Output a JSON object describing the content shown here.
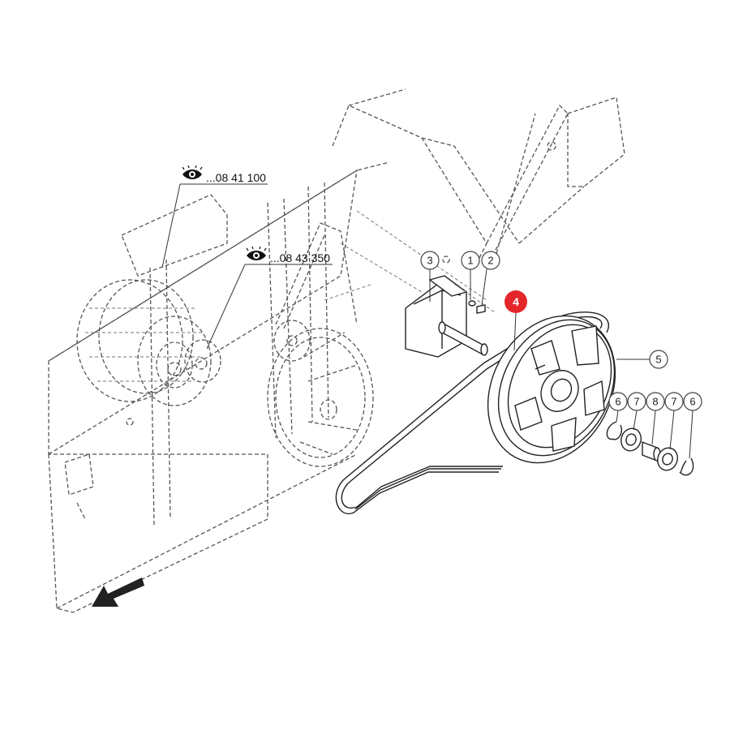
{
  "references": [
    {
      "prefix": "...",
      "number": "08 41 100",
      "icon": "eye-icon"
    },
    {
      "prefix": "...",
      "number": "08 43 350",
      "icon": "eye-icon"
    }
  ],
  "callouts": [
    {
      "label": "3"
    },
    {
      "label": "1"
    },
    {
      "label": "2"
    },
    {
      "label": "4",
      "highlighted": true,
      "color": "#e3262a"
    },
    {
      "label": "5"
    },
    {
      "label": "6"
    },
    {
      "label": "7"
    },
    {
      "label": "8"
    },
    {
      "label": "7"
    },
    {
      "label": "6"
    }
  ],
  "direction_arrow": {
    "icon": "arrow-down-left-icon"
  }
}
